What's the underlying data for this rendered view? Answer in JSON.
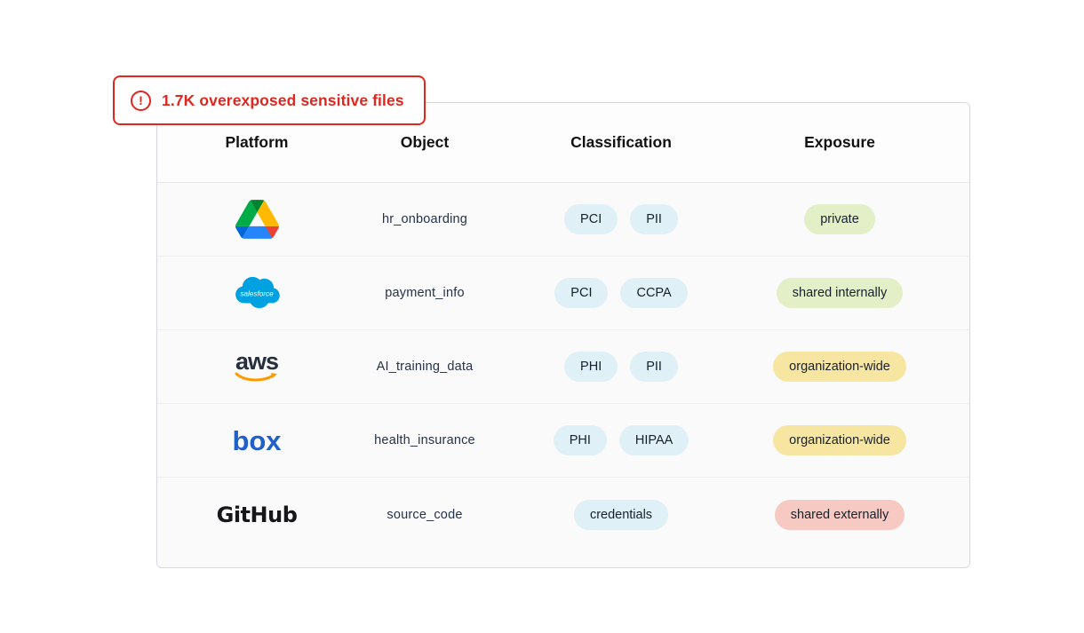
{
  "alert": {
    "label": "1.7K overexposed sensitive files",
    "icon": "alert-circle-icon",
    "exclamation": "!",
    "color": "#e0271f"
  },
  "table": {
    "columns": [
      "Platform",
      "Object",
      "Classification",
      "Exposure"
    ],
    "rows": [
      {
        "platform": "Google Drive",
        "object": "hr_onboarding",
        "classification": [
          "PCI",
          "PII"
        ],
        "exposure": "private",
        "exposure_color": "#e3efc6"
      },
      {
        "platform": "Salesforce",
        "platform_logo_text": "salesforce",
        "object": "payment_info",
        "classification": [
          "PCI",
          "CCPA"
        ],
        "exposure": "shared internally",
        "exposure_color": "#e3efc6"
      },
      {
        "platform": "AWS",
        "platform_logo_text": "aws",
        "object": "AI_training_data",
        "classification": [
          "PHI",
          "PII"
        ],
        "exposure": "organization-wide",
        "exposure_color": "#f7e6a1"
      },
      {
        "platform": "Box",
        "platform_logo_text": "box",
        "object": "health_insurance",
        "classification": [
          "PHI",
          "HIPAA"
        ],
        "exposure": "organization-wide",
        "exposure_color": "#f7e6a1"
      },
      {
        "platform": "GitHub",
        "platform_logo_text": "GitHub",
        "object": "source_code",
        "classification": [
          "credentials"
        ],
        "exposure": "shared externally",
        "exposure_color": "#f6cac2"
      }
    ]
  },
  "colors": {
    "alert_red": "#e0271f",
    "classification_pill": "#dff0f6",
    "exposure_green": "#e3efc6",
    "exposure_yellow": "#f7e6a1",
    "exposure_pink": "#f6cac2",
    "card_border": "#d6d8df",
    "body_bg": "#fafafb"
  }
}
